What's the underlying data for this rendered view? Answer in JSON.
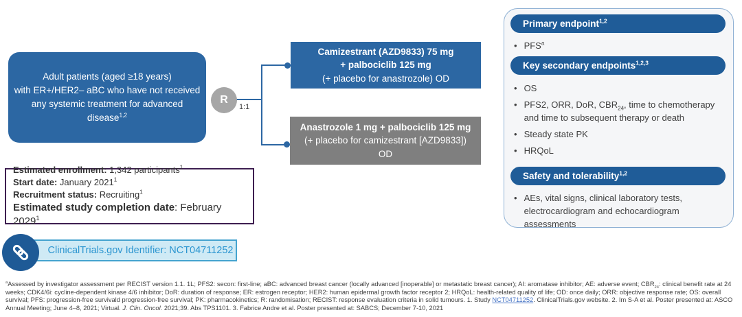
{
  "colors": {
    "box_blue": "#2c67a3",
    "pill_blue": "#1f5c98",
    "arm_gray": "#7f7f7f",
    "randomization_gray": "#a6a6a6",
    "study_box_border_purple": "#3d1e50",
    "identifier_blue": "#2b95d0",
    "identifier_fill": "#cfeaf5",
    "panel_border_blue": "#8fb1d4",
    "footnote_link_blue": "#4472c4"
  },
  "flow": {
    "patient": {
      "line1": "Adult patients (aged ≥18 years)",
      "line2": "with ER+/HER2– aBC who have not received",
      "line3": "any systemic treatment for advanced",
      "line4": "disease",
      "sup": "1,2"
    },
    "randomization": {
      "label": "R",
      "ratio": "1:1"
    },
    "arm1": {
      "line1": "Camizestrant (AZD9833) 75 mg",
      "line2": "+ palbociclib 125 mg",
      "line3": "(+ placebo for anastrozole) OD"
    },
    "arm2": {
      "bold": "Anastrozole 1 mg + palbociclib 125 mg",
      "rest": " (+ placebo for camizestrant [AZD9833]) OD"
    }
  },
  "study_info": {
    "rows": [
      {
        "label": "Estimated enrollment:",
        "value": " 1,342 participants",
        "sup": "1"
      },
      {
        "label": "Start date:",
        "value": " January 2021",
        "sup": "1"
      },
      {
        "label": "Recruitment status:",
        "value": " Recruiting",
        "sup": "1"
      },
      {
        "label": "Estimated study completion date",
        "value": ": February 2029",
        "sup": "1"
      }
    ]
  },
  "identifier": {
    "text": "ClinicalTrials.gov Identifier: NCT04711252"
  },
  "endpoints": {
    "primary": {
      "title": "Primary endpoint",
      "sup": "1,2",
      "item1": {
        "text": "PFS",
        "sup": "a"
      }
    },
    "secondary": {
      "title": "Key secondary endpoints",
      "sup": "1,2,3",
      "item1": "OS",
      "item2": {
        "pre": "PFS2, ORR, DoR, CBR",
        "sub": "24",
        "post": ", time to chemotherapy and time to subsequent therapy or death"
      },
      "item3": "Steady state PK",
      "item4": "HRQoL"
    },
    "safety": {
      "title": "Safety and tolerability",
      "sup": "1,2",
      "item1": "AEs, vital signs, clinical laboratory tests, electrocardiogram and echocardiogram assessments"
    }
  },
  "footnote": {
    "sup_a": "a",
    "t1": "Assessed by investigator assessment per RECIST version 1.1. 1L; PFS2: secon: first-line; aBC: advanced breast cancer (locally advanced [inoperable] or metastatic breast cancer); AI: aromatase inhibitor; AE: adverse event; CBR",
    "sub_24": "24",
    "t2": ": clinical benefit rate at 24 weeks; CDK4/6i: cycline-dependent kinase 4/6 inhibitor; DoR: duration of response; ER: estrogen receptor; HER2: human epidermal growth factor receptor 2; HRQoL: health-related quality of life; OD: once daily; ORR: objective response rate; OS: overall survival; PFS: progression-free survivald progression-free survival; PK: pharmacokinetics; R: randomisation; RECIST: response evaluation criteria in solid tumours. 1. Study ",
    "link": "NCT04711252",
    "t3": ". ClinicalTrials.gov website. 2. Im S-A et al. Poster presented at: ASCO Annual Meeting; June 4–8, 2021; Virtual. ",
    "journal": "J. Clin. Oncol.",
    "t4": " 2021;39. Abs TPS1101. 3. Fabrice Andre et al. Poster presented at: SABCS; December 7-10, 2021"
  }
}
